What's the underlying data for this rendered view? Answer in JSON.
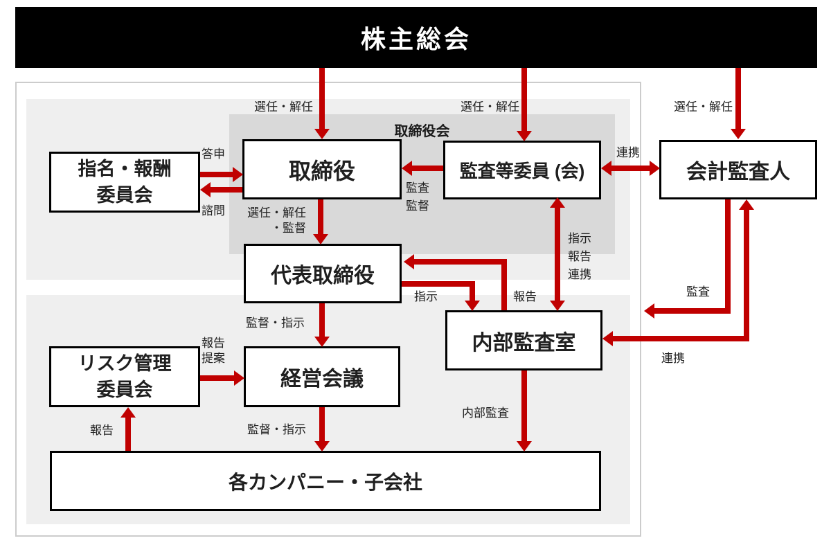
{
  "colors": {
    "arrow": "#c00000",
    "panel_light": "#efefef",
    "panel_dark": "#d9d9d9",
    "outer_border": "#cccccc",
    "header_bg": "#000000",
    "header_text": "#ffffff"
  },
  "header": {
    "title": "株主総会"
  },
  "panels": {
    "board_label": "取締役会"
  },
  "nodes": {
    "nomination_committee": "指名・報酬\n委員会",
    "directors": "取締役",
    "audit_committee": "監査等委員 (会)",
    "accounting_auditor": "会計監査人",
    "representative_director": "代表取締役",
    "internal_audit_office": "内部監査室",
    "risk_committee": "リスク管理\n委員会",
    "management_meeting": "経営会議",
    "group_companies": "各カンパニー・子会社"
  },
  "edge_labels": {
    "appoint_dismiss_1": "選任・解任",
    "appoint_dismiss_2": "選任・解任",
    "appoint_dismiss_3": "選任・解任",
    "report_answer": "答申",
    "consultation": "諮問",
    "audit_supervise": "監査\n監督",
    "appoint_dismiss_supervise": "選任・解任\n・監督",
    "cooperation_top": "連携",
    "instruct_report_cooperate": "指示\n報告\n連携",
    "instruction": "指示",
    "report_to_representative": "報告",
    "supervise_instruct_1": "監督・指示",
    "report_propose": "報告\n提案",
    "supervise_instruct_2": "監督・指示",
    "internal_audit": "内部監査",
    "report_to_risk": "報告",
    "audit": "監査",
    "cooperation_bottom": "連携"
  }
}
